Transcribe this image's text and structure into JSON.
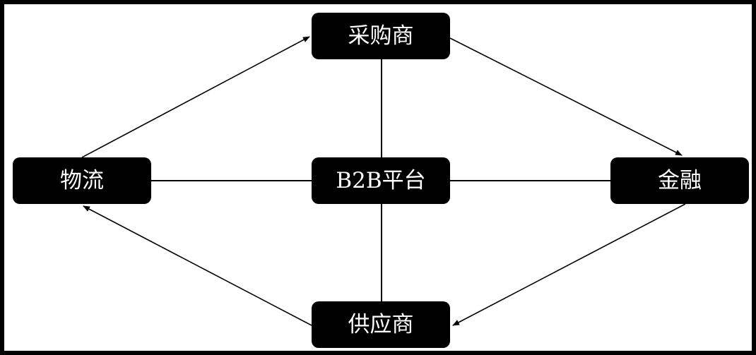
{
  "nodes": {
    "buyer": "采购商",
    "platform": "B2B平台",
    "supplier": "供应商",
    "logistics": "物流",
    "finance": "金融"
  },
  "edges": [
    {
      "from": "buyer",
      "to": "finance",
      "arrow": true
    },
    {
      "from": "finance",
      "to": "supplier",
      "arrow": true
    },
    {
      "from": "supplier",
      "to": "logistics",
      "arrow": true
    },
    {
      "from": "logistics",
      "to": "buyer",
      "arrow": true
    },
    {
      "from": "platform",
      "to": "buyer",
      "arrow": false
    },
    {
      "from": "platform",
      "to": "supplier",
      "arrow": false
    },
    {
      "from": "platform",
      "to": "logistics",
      "arrow": false
    },
    {
      "from": "platform",
      "to": "finance",
      "arrow": false
    }
  ],
  "colors": {
    "node_fill": "#000000",
    "node_text": "#ffffff",
    "line": "#000000",
    "background": "#ffffff",
    "frame": "#000000"
  }
}
